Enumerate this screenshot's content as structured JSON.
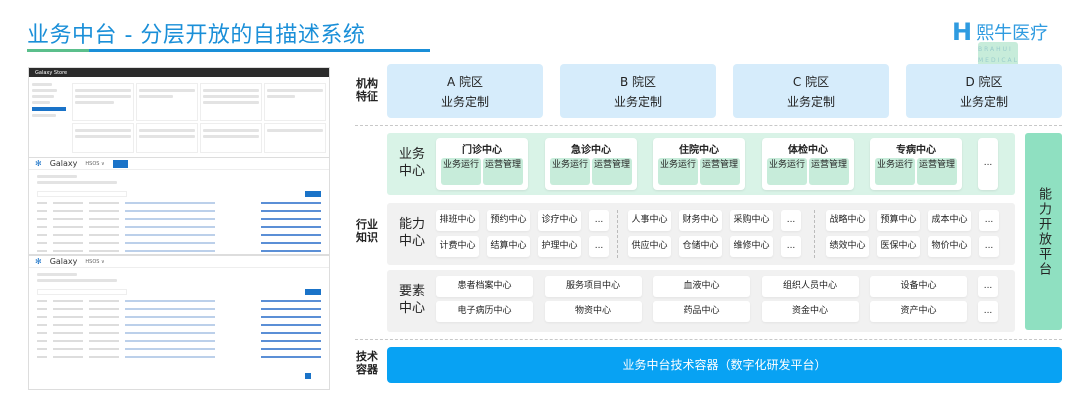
{
  "header": {
    "title": "业务中台 - 分层开放的自描述系统",
    "logo_mark": "H",
    "logo_text": "熙牛医疗",
    "logo_sub": "BRAHUI MEDICAL"
  },
  "screenshots": {
    "store_title": "Galaxy Store",
    "galaxy_logo": "Galaxy",
    "galaxy_env": "HSOS ∨"
  },
  "rows": {
    "org": "机构特征",
    "industry": "行业知识",
    "tech": "技术容器"
  },
  "hospitals": [
    {
      "name": "A 院区",
      "desc": "业务定制"
    },
    {
      "name": "B 院区",
      "desc": "业务定制"
    },
    {
      "name": "C 院区",
      "desc": "业务定制"
    },
    {
      "name": "D 院区",
      "desc": "业务定制"
    }
  ],
  "business": {
    "label": "业务中心",
    "centers": [
      "门诊中心",
      "急诊中心",
      "住院中心",
      "体检中心",
      "专病中心"
    ],
    "sub": [
      "业务运行",
      "运营管理"
    ],
    "more": "..."
  },
  "capability": {
    "label": "能力中心",
    "groups": [
      [
        [
          "排班中心",
          "预约中心",
          "诊疗中心",
          "..."
        ],
        [
          "计费中心",
          "结算中心",
          "护理中心",
          "..."
        ]
      ],
      [
        [
          "人事中心",
          "财务中心",
          "采购中心",
          "..."
        ],
        [
          "供应中心",
          "仓储中心",
          "维修中心",
          "..."
        ]
      ],
      [
        [
          "战略中心",
          "预算中心",
          "成本中心",
          "..."
        ],
        [
          "绩效中心",
          "医保中心",
          "物价中心",
          "..."
        ]
      ]
    ]
  },
  "element": {
    "label": "要素中心",
    "rows": [
      [
        "患者档案中心",
        "服务项目中心",
        "血液中心",
        "组织人员中心",
        "设备中心",
        "..."
      ],
      [
        "电子病历中心",
        "物资中心",
        "药品中心",
        "资金中心",
        "资产中心",
        "..."
      ]
    ]
  },
  "open_platform": "能力开放平台",
  "tech_bar": "业务中台技术容器（数字化研发平台）"
}
